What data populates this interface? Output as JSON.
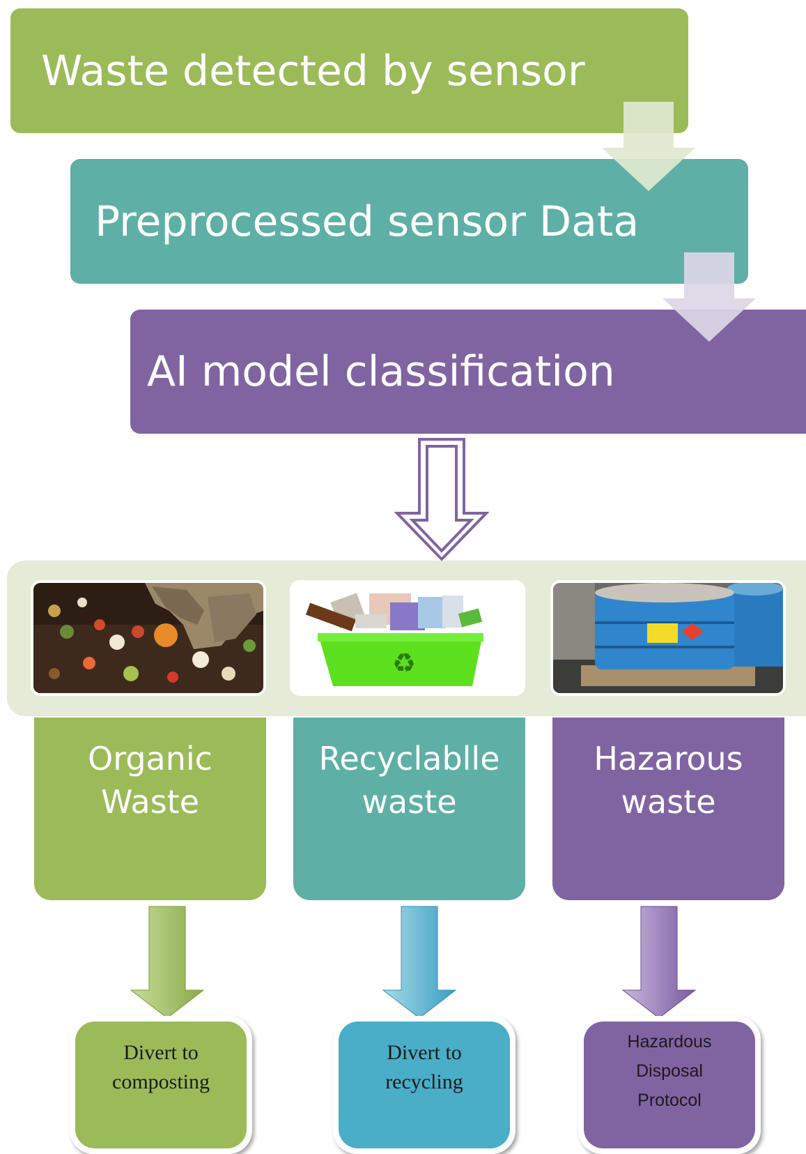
{
  "stages": [
    {
      "label": "Waste detected by sensor",
      "color": "#9bbb59"
    },
    {
      "label": "Preprocessed sensor Data",
      "color": "#5eb0a6"
    },
    {
      "label": "AI model classification",
      "color": "#8064a2"
    }
  ],
  "categories": [
    {
      "line1": "Organic",
      "line2": "Waste",
      "image": "compost-scraps-image",
      "color": "#9bbb59"
    },
    {
      "line1": "Recyclablle",
      "line2": "waste",
      "image": "recycling-bin-image",
      "color": "#5eb0a6"
    },
    {
      "line1": "Hazarous",
      "line2": "waste",
      "image": "chemical-drums-image",
      "color": "#8064a2"
    }
  ],
  "actions": [
    {
      "lines": [
        "Divert to",
        "composting"
      ],
      "color": "#9bbb59"
    },
    {
      "lines": [
        "Divert to",
        "recycling"
      ],
      "color": "#4aaec8"
    },
    {
      "lines": [
        "Hazardous",
        "Disposal",
        "Protocol"
      ],
      "color": "#8064a2"
    }
  ],
  "image_band_color": "#e4ebd6"
}
